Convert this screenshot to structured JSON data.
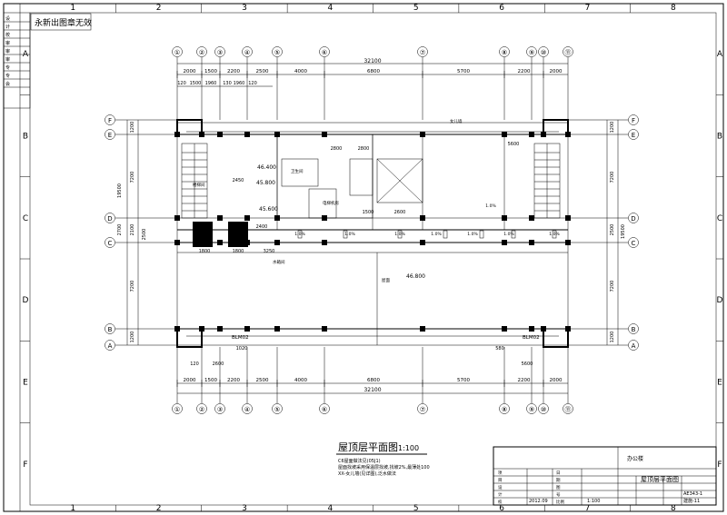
{
  "sheet": {
    "stamp": "永新出图章无效",
    "border_top_numbers": [
      "1",
      "2",
      "3",
      "4",
      "5",
      "6",
      "7",
      "8"
    ],
    "border_bottom_numbers": [
      "1",
      "2",
      "3",
      "4",
      "5",
      "6",
      "7",
      "8"
    ],
    "border_side_letters": [
      "A",
      "B",
      "C",
      "D",
      "E",
      "F"
    ]
  },
  "left_strip_rows": [
    "设",
    "计",
    "校",
    "审",
    "审",
    "审",
    "专",
    "专",
    "会"
  ],
  "grid": {
    "top_axes": [
      "①",
      "②",
      "③",
      "④",
      "⑤",
      "⑥",
      "⑦",
      "⑧",
      "⑨",
      "⑩",
      "⑪"
    ],
    "bottom_axes": [
      "①",
      "②",
      "③",
      "④",
      "⑤",
      "⑥",
      "⑦",
      "⑧",
      "⑨",
      "⑩",
      "⑪"
    ],
    "row_axes_left": [
      "F",
      "E",
      "D",
      "C",
      "B",
      "A"
    ],
    "row_axes_right": [
      "F",
      "E",
      "D",
      "C",
      "B",
      "A"
    ],
    "top_dims_total": "32100",
    "top_dims_main": [
      "2000",
      "1500",
      "2200",
      "2500",
      "4000",
      "6800",
      "5700",
      "2200",
      "2000"
    ],
    "top_dims_sub": [
      "120",
      "1500",
      "1960",
      "130",
      "1960",
      "120"
    ],
    "bottom_dims_main": [
      "2000",
      "1500",
      "2200",
      "2500",
      "4000",
      "6800",
      "5700",
      "2200",
      "2000"
    ],
    "bottom_dims_total": "32100",
    "bottom_dims_sub": [
      "120",
      "2600",
      "1020",
      "580",
      "5600"
    ],
    "left_dims": [
      "1200",
      "7200",
      "2100",
      "2700",
      "1200",
      "7200",
      "19500",
      "2500"
    ],
    "right_dims": [
      "1200",
      "7200",
      "19500",
      "7200",
      "2500",
      "1200"
    ]
  },
  "annotations": {
    "elev_1": "46.400",
    "elev_2": "45.800",
    "elev_3": "45.600",
    "elev_4": "46.800",
    "slope_labels": [
      "1.0%",
      "1.0%",
      "1.0%",
      "1.0%",
      "1.0%",
      "1.0%",
      "1.0%",
      "1.0%"
    ],
    "room_labels": [
      "楼梯间",
      "卫生间",
      "电梯机房",
      "女儿墙",
      "水箱间",
      "屋面"
    ],
    "dims_inside": [
      "2400",
      "1800",
      "1800",
      "3250",
      "2600",
      "2800",
      "1500",
      "2800",
      "5600",
      "2450"
    ],
    "bottom_tags": [
      "BLM02",
      "BLM02",
      "1:100"
    ]
  },
  "title": {
    "main": "屋顶层平面图",
    "scale": "1:100",
    "notes": [
      "C6屋面做法见(05J1)",
      "屋面找坡采用保温层找坡,找坡2%,最薄处100",
      "XX-女儿墙(见详图),泛水做法"
    ]
  },
  "titleblock": {
    "project": "办公楼",
    "drawing_name": "屋顶层平面图",
    "sheet_no": "AE343-1",
    "sheet_total": "建施-11",
    "date": "2012.09",
    "scale": "1:100",
    "row_labels": [
      "项",
      "目",
      "设",
      "计",
      "校",
      "对",
      "审",
      "核",
      "项 目 负 责 人"
    ],
    "right_labels": [
      "日",
      "期",
      "图",
      "号",
      "比例",
      "共",
      "张",
      "第",
      "张"
    ]
  }
}
